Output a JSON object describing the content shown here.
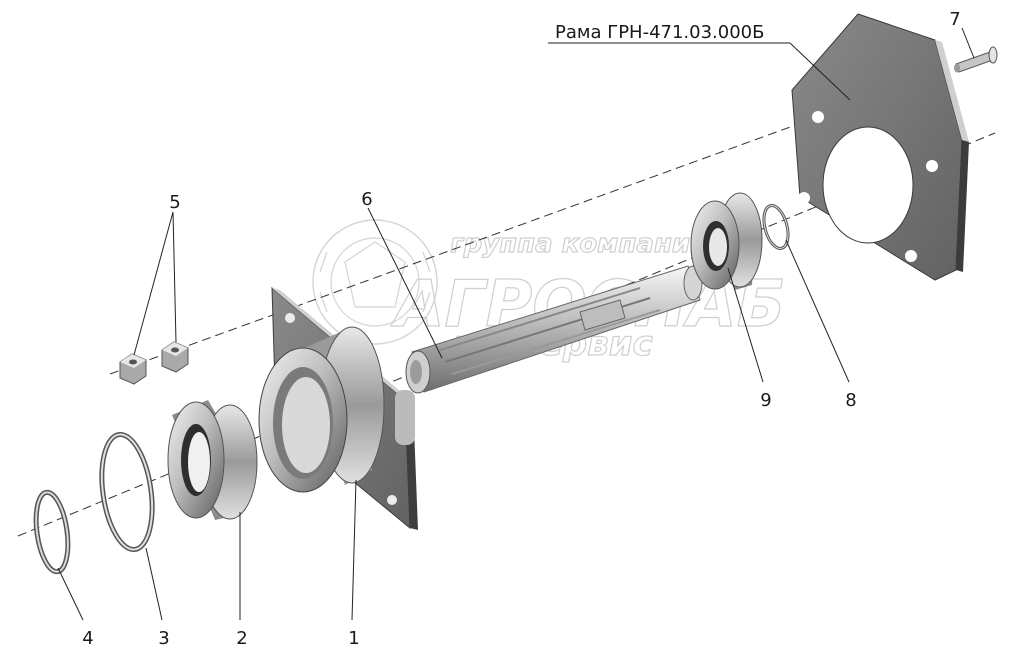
{
  "title_label": "Рама ГРН-471.03.000Б",
  "part_numbers": [
    "1",
    "2",
    "3",
    "4",
    "5",
    "6",
    "7",
    "8",
    "9"
  ],
  "watermark": {
    "line1": "группа компаний",
    "line2": "АГРОСНАБ",
    "line3": "техсервис"
  },
  "colors": {
    "part_fill": "#7a7a7a",
    "part_light": "#d8d8d8",
    "part_dark": "#4a4a4a",
    "watermark": "#cfcfcf",
    "text": "#1a1a1a"
  }
}
